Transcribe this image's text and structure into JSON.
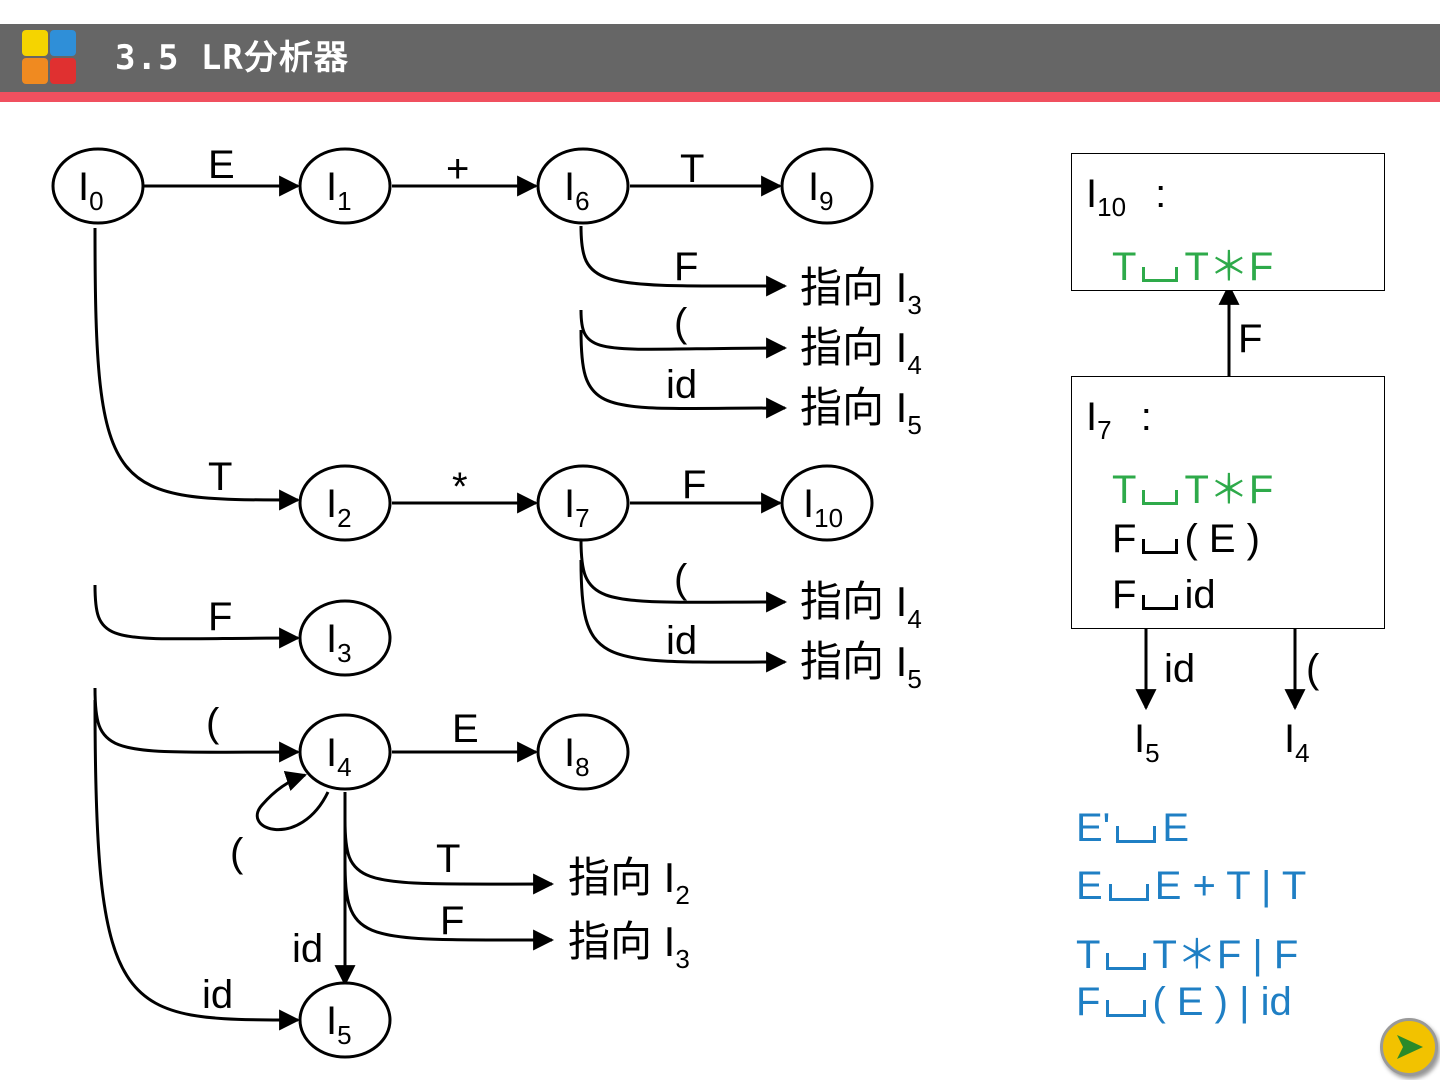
{
  "header": {
    "title": "3.5 LR分析器"
  },
  "states": [
    {
      "name": "I",
      "sub": "0"
    },
    {
      "name": "I",
      "sub": "1"
    },
    {
      "name": "I",
      "sub": "6"
    },
    {
      "name": "I",
      "sub": "9"
    },
    {
      "name": "I",
      "sub": "2"
    },
    {
      "name": "I",
      "sub": "7"
    },
    {
      "name": "I",
      "sub": "10"
    },
    {
      "name": "I",
      "sub": "3"
    },
    {
      "name": "I",
      "sub": "4"
    },
    {
      "name": "I",
      "sub": "8"
    },
    {
      "name": "I",
      "sub": "5"
    }
  ],
  "edge_labels": [
    "E",
    "+",
    "T",
    "T",
    "*",
    "F",
    "F",
    "(",
    "E",
    "(",
    "id",
    "F",
    "(",
    "id",
    "T",
    "F",
    "id",
    "F",
    "id",
    "("
  ],
  "goto_prefix": "指向 I",
  "gotos": [
    {
      "sub": "3"
    },
    {
      "sub": "4"
    },
    {
      "sub": "5"
    },
    {
      "sub": "4"
    },
    {
      "sub": "5"
    },
    {
      "sub": "2"
    },
    {
      "sub": "3"
    }
  ],
  "box_i10": {
    "title": "I",
    "title_sub": "10",
    "colon": ":",
    "items": [
      {
        "lhs": "T",
        "rhs": "T＊F"
      }
    ]
  },
  "box_i7": {
    "title": "I",
    "title_sub": "7",
    "colon": ":",
    "items": [
      {
        "lhs": "T",
        "rhs": "T＊F"
      },
      {
        "lhs": "F",
        "rhs": "( E )"
      },
      {
        "lhs": "F",
        "rhs": "id"
      }
    ]
  },
  "box_targets": [
    {
      "name": "I",
      "sub": "5"
    },
    {
      "name": "I",
      "sub": "4"
    }
  ],
  "grammar": [
    {
      "lhs": "E'",
      "rhs": "E"
    },
    {
      "lhs": "E",
      "rhs": "E + T | T"
    },
    {
      "lhs": "T",
      "rhs": "T＊F | F"
    },
    {
      "lhs": "F",
      "rhs": "( E ) | id"
    }
  ],
  "colors": {
    "header": "#666666",
    "stripe": "#f0505f",
    "green": "#2eaa4a",
    "blue": "#1f7fc4",
    "button": "#f2c200"
  }
}
